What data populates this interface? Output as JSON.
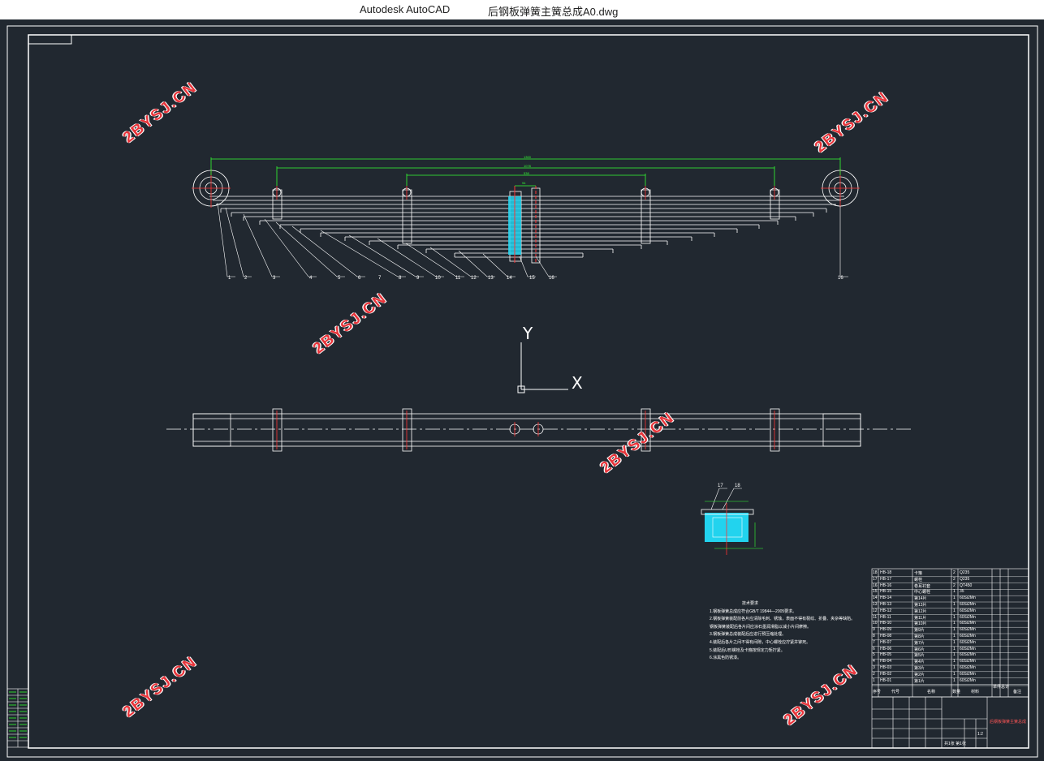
{
  "window": {
    "app_title": "Autodesk AutoCAD",
    "file_name": "后钢板弹簧主簧总成A0.dwg"
  },
  "watermark": "2BYSJ.CN",
  "front_view": {
    "dims": {
      "overall": "1300",
      "mid": "1078",
      "inner": "538",
      "center": "94"
    },
    "balloons": [
      "1",
      "2",
      "3",
      "4",
      "5",
      "6",
      "7",
      "8",
      "9",
      "10",
      "11",
      "12",
      "13",
      "14",
      "15",
      "16",
      "16"
    ]
  },
  "axis": {
    "y_label": "Y",
    "x_label": "X"
  },
  "detail": {
    "balloon_a": "17",
    "balloon_b": "18"
  },
  "tech_notes": {
    "title": "技术要求",
    "lines": [
      "1.钢板弹簧总成应符合GB/T 19844—2005要求。",
      "2.钢板弹簧装配前各片应清除毛刺、锈蚀，表面不得有裂纹、折叠、夹杂等缺陷。",
      "钢板弹簧装配后各片间应涂石墨润滑脂以减小片间摩擦。",
      "3.钢板弹簧总成装配后应进行预压缩处理。",
      "4.装配后各片之间不得有间隙，中心螺栓应拧紧并铆死。",
      "5.装配后U形螺栓及卡箍按规定力矩拧紧。",
      "6.涂黑色防锈漆。"
    ]
  },
  "bom": {
    "headers": [
      "序号",
      "代号",
      "名称",
      "数量",
      "材料",
      "单件",
      "总计",
      "备注"
    ],
    "rows": [
      {
        "no": "18",
        "code": "HB-18",
        "name": "卡箍",
        "qty": "2",
        "mat": "Q235"
      },
      {
        "no": "17",
        "code": "HB-17",
        "name": "螺栓",
        "qty": "2",
        "mat": "Q235"
      },
      {
        "no": "16",
        "code": "HB-16",
        "name": "卷耳衬套",
        "qty": "2",
        "mat": "QT450"
      },
      {
        "no": "15",
        "code": "HB-15",
        "name": "中心螺栓",
        "qty": "1",
        "mat": "35"
      },
      {
        "no": "14",
        "code": "HB-14",
        "name": "第14片",
        "qty": "1",
        "mat": "60Si2Mn"
      },
      {
        "no": "13",
        "code": "HB-13",
        "name": "第13片",
        "qty": "1",
        "mat": "60Si2Mn"
      },
      {
        "no": "12",
        "code": "HB-12",
        "name": "第12片",
        "qty": "1",
        "mat": "60Si2Mn"
      },
      {
        "no": "11",
        "code": "HB-11",
        "name": "第11片",
        "qty": "1",
        "mat": "60Si2Mn"
      },
      {
        "no": "10",
        "code": "HB-10",
        "name": "第10片",
        "qty": "1",
        "mat": "60Si2Mn"
      },
      {
        "no": "9",
        "code": "HB-09",
        "name": "第9片",
        "qty": "1",
        "mat": "60Si2Mn"
      },
      {
        "no": "8",
        "code": "HB-08",
        "name": "第8片",
        "qty": "1",
        "mat": "60Si2Mn"
      },
      {
        "no": "7",
        "code": "HB-07",
        "name": "第7片",
        "qty": "1",
        "mat": "60Si2Mn"
      },
      {
        "no": "6",
        "code": "HB-06",
        "name": "第6片",
        "qty": "1",
        "mat": "60Si2Mn"
      },
      {
        "no": "5",
        "code": "HB-05",
        "name": "第5片",
        "qty": "1",
        "mat": "60Si2Mn"
      },
      {
        "no": "4",
        "code": "HB-04",
        "name": "第4片",
        "qty": "1",
        "mat": "60Si2Mn"
      },
      {
        "no": "3",
        "code": "HB-03",
        "name": "第3片",
        "qty": "1",
        "mat": "60Si2Mn"
      },
      {
        "no": "2",
        "code": "HB-02",
        "name": "第2片",
        "qty": "1",
        "mat": "60Si2Mn"
      },
      {
        "no": "1",
        "code": "HB-01",
        "name": "第1片",
        "qty": "1",
        "mat": "60Si2Mn"
      }
    ]
  },
  "title_block": {
    "drawing_title": "后钢板弹簧主簧总成",
    "scale": "1:2",
    "sheet": "共1张 第1张"
  }
}
